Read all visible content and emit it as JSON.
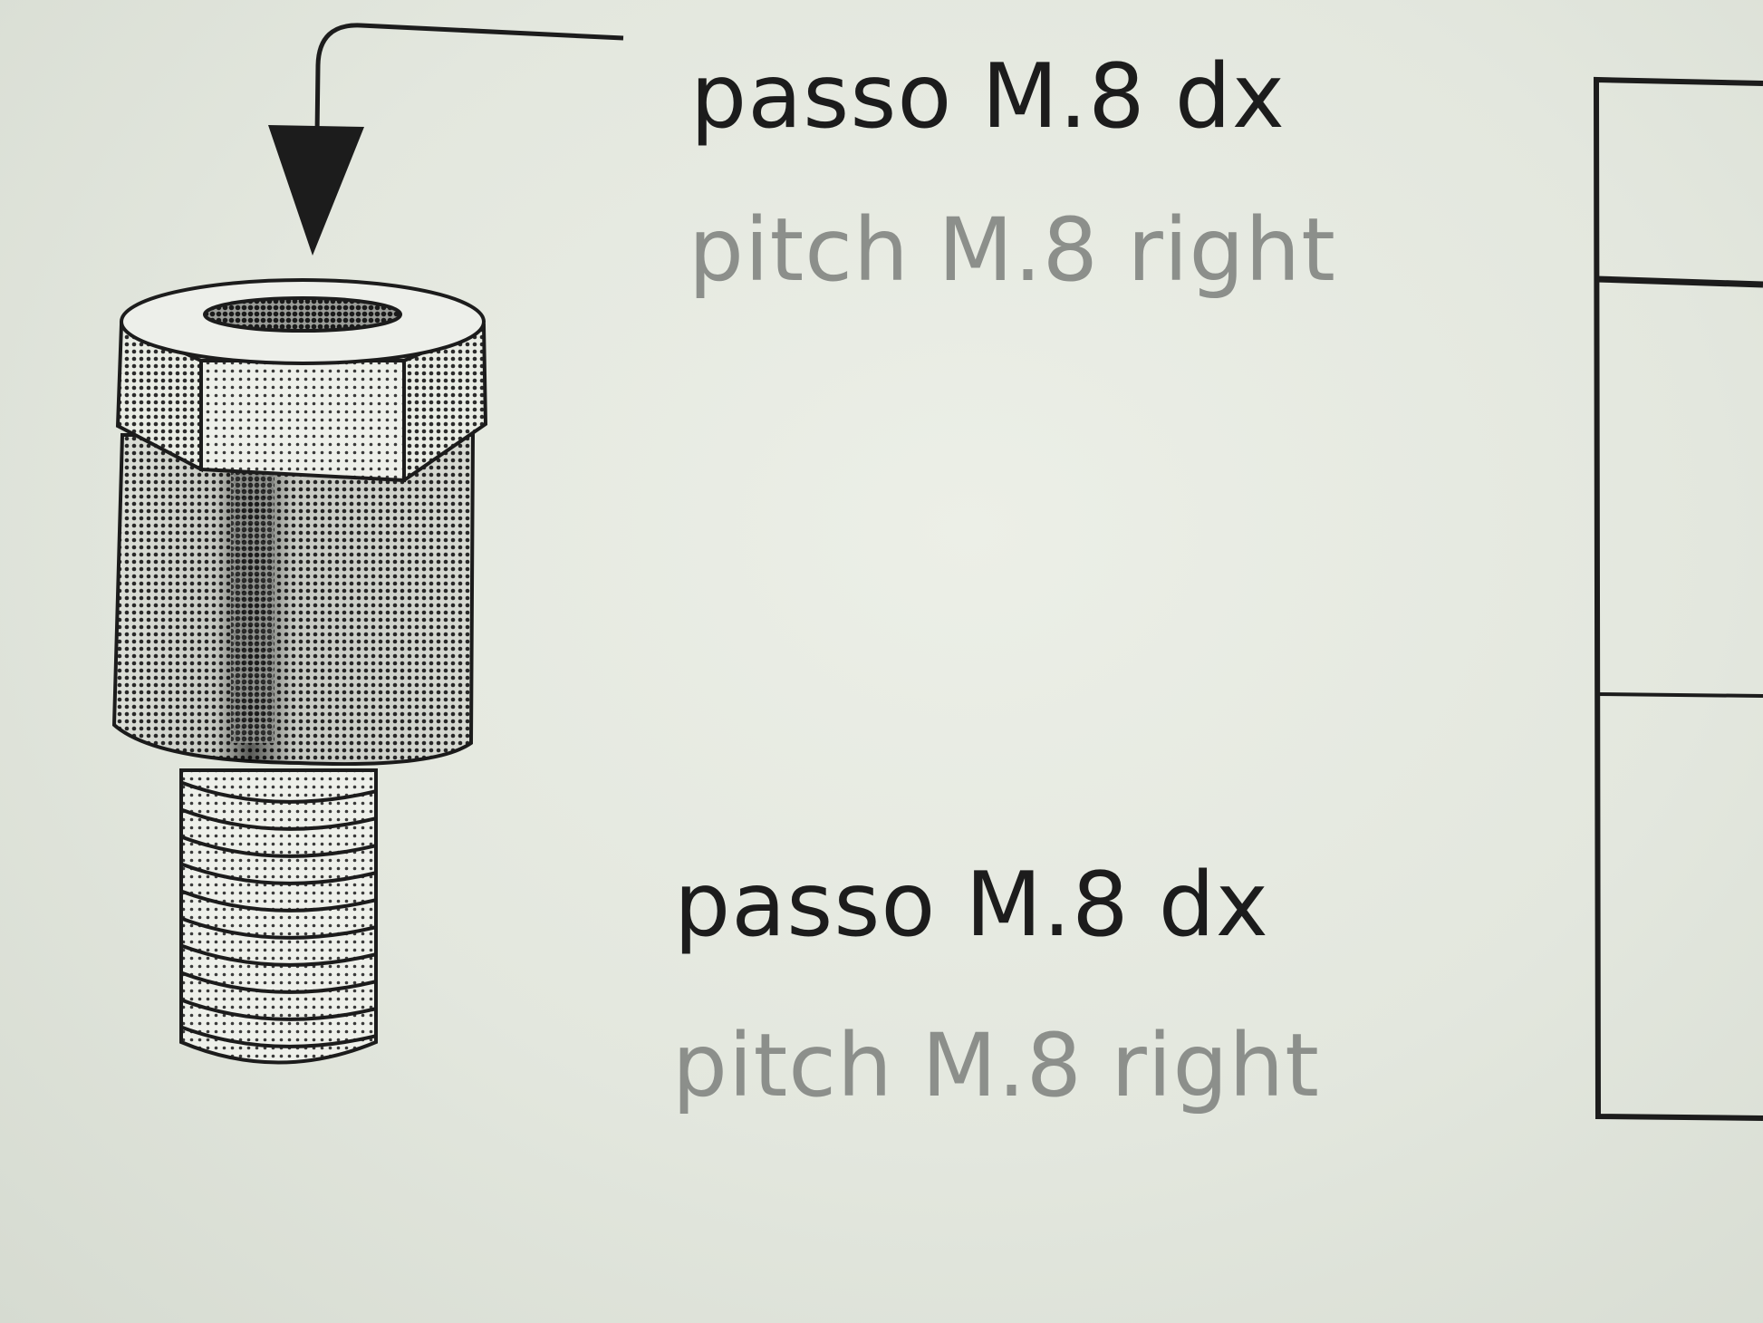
{
  "labels": {
    "top": {
      "italian": "passo M.8 dx",
      "english": "pitch M.8 right"
    },
    "bottom": {
      "italian": "passo M.8 dx",
      "english": "pitch M.8 right"
    }
  },
  "icons": {
    "part": "threaded-adapter-icon",
    "pointer": "arrow-down-icon"
  },
  "colors": {
    "ink": "#1c1c1c",
    "secondary_text": "#8c8f8b",
    "paper": "#e6e9e1"
  }
}
